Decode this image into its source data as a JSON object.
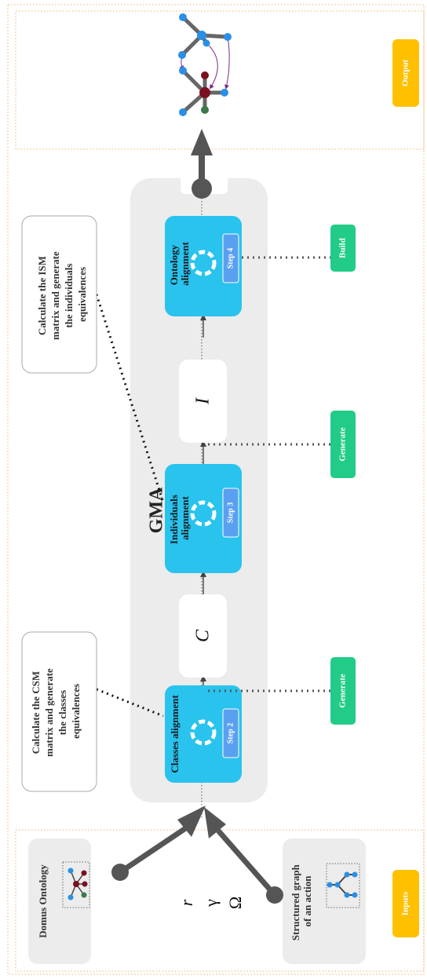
{
  "gma_label": "GMA",
  "steps": [
    {
      "title": "Classes alignment",
      "step": "Step 2"
    },
    {
      "title": "Individuals alignment",
      "step": "Step 3"
    },
    {
      "title": "Ontology alignment",
      "step": "Step 4"
    }
  ],
  "results": {
    "c": "C",
    "i": "I"
  },
  "callouts": {
    "csm": "Calculate the CSM matrix and generate the classes equivalences",
    "ism": "Calculate the ISM matrix and generate the individuals equivalences"
  },
  "actions": {
    "generate_1": "Generate",
    "generate_2": "Generate",
    "build": "Build"
  },
  "badges": {
    "inputs": "Inputs",
    "output": "Output"
  },
  "inputs": {
    "domus": "Domus Ontology",
    "structured": "Structured graph of an action",
    "symbols": [
      "r",
      "γ",
      "Ω"
    ]
  },
  "colors": {
    "step_fill": "#29c3ee",
    "step_badge": "#5aa0f0",
    "action_green": "#22cc88",
    "badge_yellow": "#ffc000",
    "gma_bg": "#ececec",
    "arrow_gray": "#555555",
    "node_blue": "#2a8fe6",
    "node_red": "#7a1020",
    "node_green": "#3a7a4a"
  }
}
